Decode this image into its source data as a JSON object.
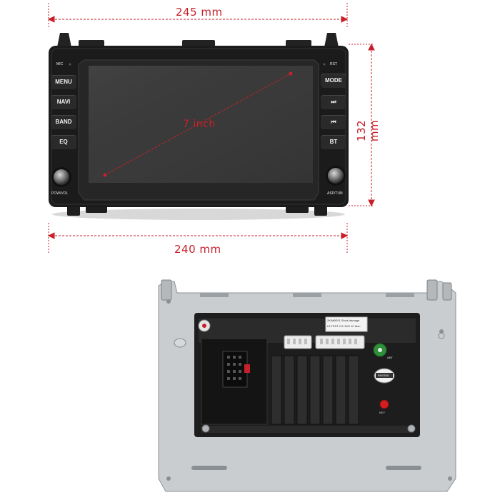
{
  "dimensions": {
    "width_top": "245 mm",
    "width_bottom": "240 mm",
    "height": "132 mm",
    "diagonal": "7 inch"
  },
  "front_panel": {
    "left_buttons": [
      "MENU",
      "NAVI",
      "BAND",
      "EQ"
    ],
    "right_buttons": [
      "MODE",
      "⏭",
      "⏮",
      "BT"
    ],
    "mic_label": "MIC",
    "rst_label": "RST",
    "left_knob_label": "POW/VOL",
    "right_knob_label": "ASP/TUN"
  },
  "back_panel": {
    "sticker_line1": "2KIM6E01  Stock damage",
    "sticker_line2": "L8 TEST 1G+16G 10 Item",
    "gps_label": "ANT",
    "seal_label": "PASSED",
    "red_label": "KEY"
  },
  "colors": {
    "dimension_red": "#c8202a",
    "unit_body": "#1b1b1b",
    "screen": "#3a3a3a",
    "chassis": "#c9cdd0"
  }
}
